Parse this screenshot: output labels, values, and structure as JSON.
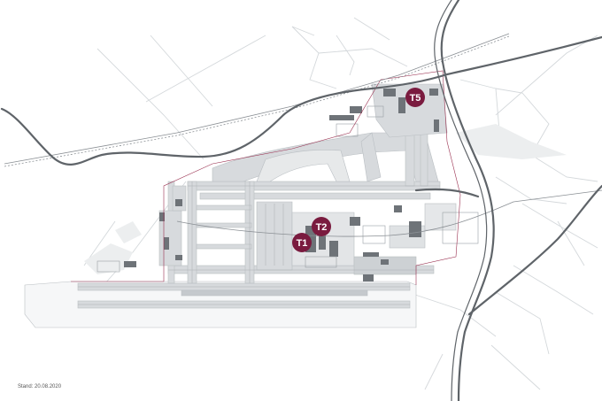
{
  "colors": {
    "background": "#ffffff",
    "terminal_marker": "#7a1b3f",
    "marker_text": "#ffffff",
    "highway": "#5f6469",
    "railway": "#8a8f94",
    "roads": "#d2d6d9",
    "airfield": "#d7dadd",
    "airport_boundary": "#9a3050"
  },
  "icons": {
    "terminal_marker": "circle-marker-icon"
  },
  "terminals": [
    {
      "id": "t5",
      "label": "T5"
    },
    {
      "id": "t2",
      "label": "T2"
    },
    {
      "id": "t1",
      "label": "T1"
    }
  ],
  "footer": {
    "stand": "Stand: 20.08.2020"
  }
}
